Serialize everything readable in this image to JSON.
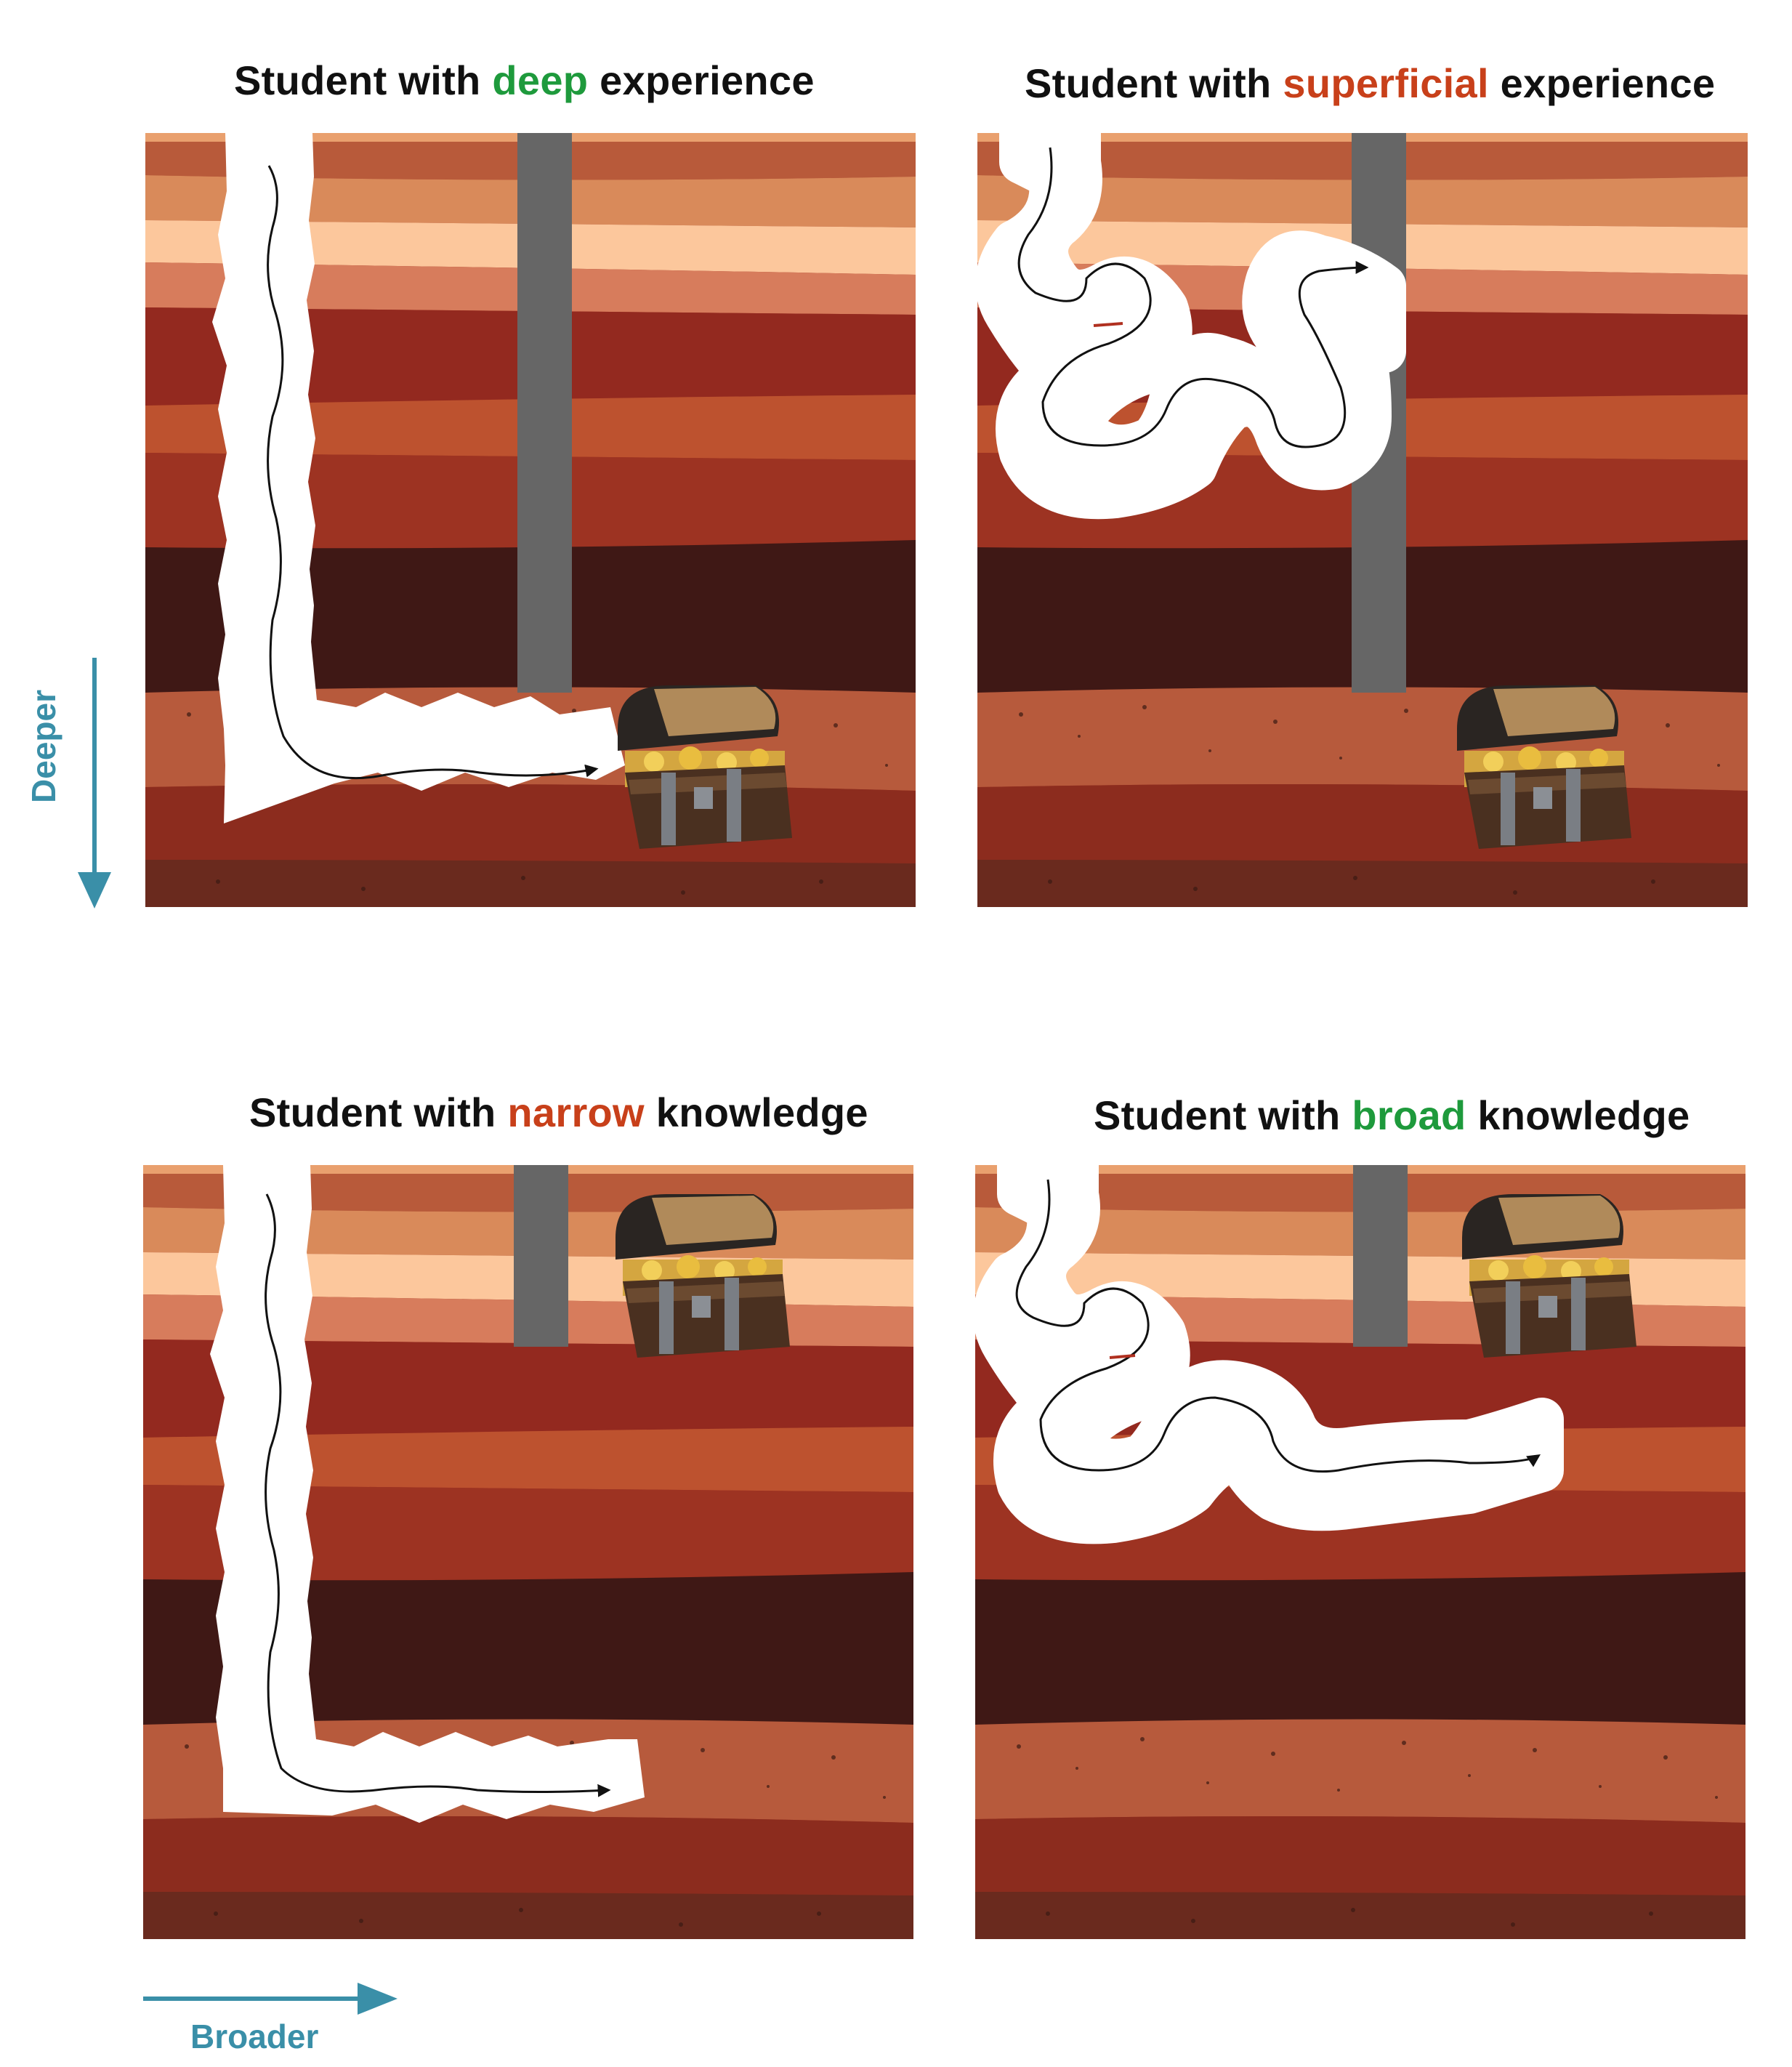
{
  "colors": {
    "positive": "#1e9a3c",
    "negative": "#c8401a",
    "title_text": "#111111",
    "axis": "#3a8fa8",
    "wall": "#666666",
    "path": "#ffffff",
    "strata": [
      "#e9a06e",
      "#b85a3a",
      "#d98a5a",
      "#fcc79c",
      "#d77c5c",
      "#93291f",
      "#bd522f",
      "#9d3322",
      "#3f1815",
      "#b75a3c",
      "#8c2c1e",
      "#6a2a1e"
    ]
  },
  "panels": {
    "deep": {
      "title_prefix": "Student with ",
      "title_keyword": "deep",
      "title_suffix": " experience",
      "path_icon": "tunnel-path",
      "chest_icon": "treasure-chest-icon"
    },
    "superficial": {
      "title_prefix": "Student with ",
      "title_keyword": "superficial",
      "title_suffix": " experience",
      "path_icon": "tunnel-path",
      "chest_icon": "treasure-chest-icon"
    },
    "narrow": {
      "title_prefix": "Student with ",
      "title_keyword": "narrow",
      "title_suffix": " knowledge",
      "path_icon": "tunnel-path",
      "chest_icon": "treasure-chest-icon"
    },
    "broad": {
      "title_prefix": "Student with ",
      "title_keyword": "broad",
      "title_suffix": " knowledge",
      "path_icon": "tunnel-path",
      "chest_icon": "treasure-chest-icon"
    }
  },
  "axes": {
    "vertical_label": "Deeper",
    "horizontal_label": "Broader",
    "vertical_icon": "arrow-down-icon",
    "horizontal_icon": "arrow-right-icon"
  }
}
